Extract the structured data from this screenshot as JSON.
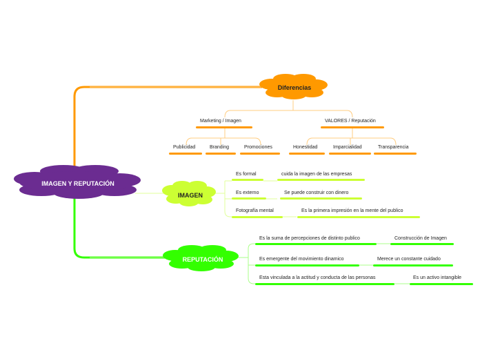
{
  "central": {
    "label": "IMAGEN Y REPUTACIÓN",
    "color": "#6b2c91"
  },
  "colors": {
    "orange": "#ff9900",
    "orange_light": "#ffcc80",
    "lime": "#ccff33",
    "green": "#33ff00"
  },
  "diferencias": {
    "label": "Diferencias",
    "marketing": {
      "label": "Marketing / Imagen",
      "children": [
        "Publicidad",
        "Branding",
        "Promociones"
      ]
    },
    "valores": {
      "label": "VALORES / Reputación",
      "children": [
        "Honestidad",
        "Imparcialidad",
        "Transparencia"
      ]
    }
  },
  "imagen": {
    "label": "IMAGEN",
    "items": [
      {
        "label": "Es formal",
        "detail": "cuida la imagen de las empresas"
      },
      {
        "label": "Es externo",
        "detail": "Se puede construir con dinero"
      },
      {
        "label": "Fotografía mental",
        "detail": "Es la primera impresión en la mente del publico"
      }
    ]
  },
  "reputacion": {
    "label": "REPUTACIÓN",
    "items": [
      {
        "label": "Es la suma de percepciones de distinto publico",
        "detail": "Construcción de Imagen"
      },
      {
        "label": "Es emergente del movimiento dinamico",
        "detail": "Merece un constante cuidado"
      },
      {
        "label": "Esta vinculada a la actitud y conducta de las personas",
        "detail": "Es un activo intangible"
      }
    ]
  }
}
